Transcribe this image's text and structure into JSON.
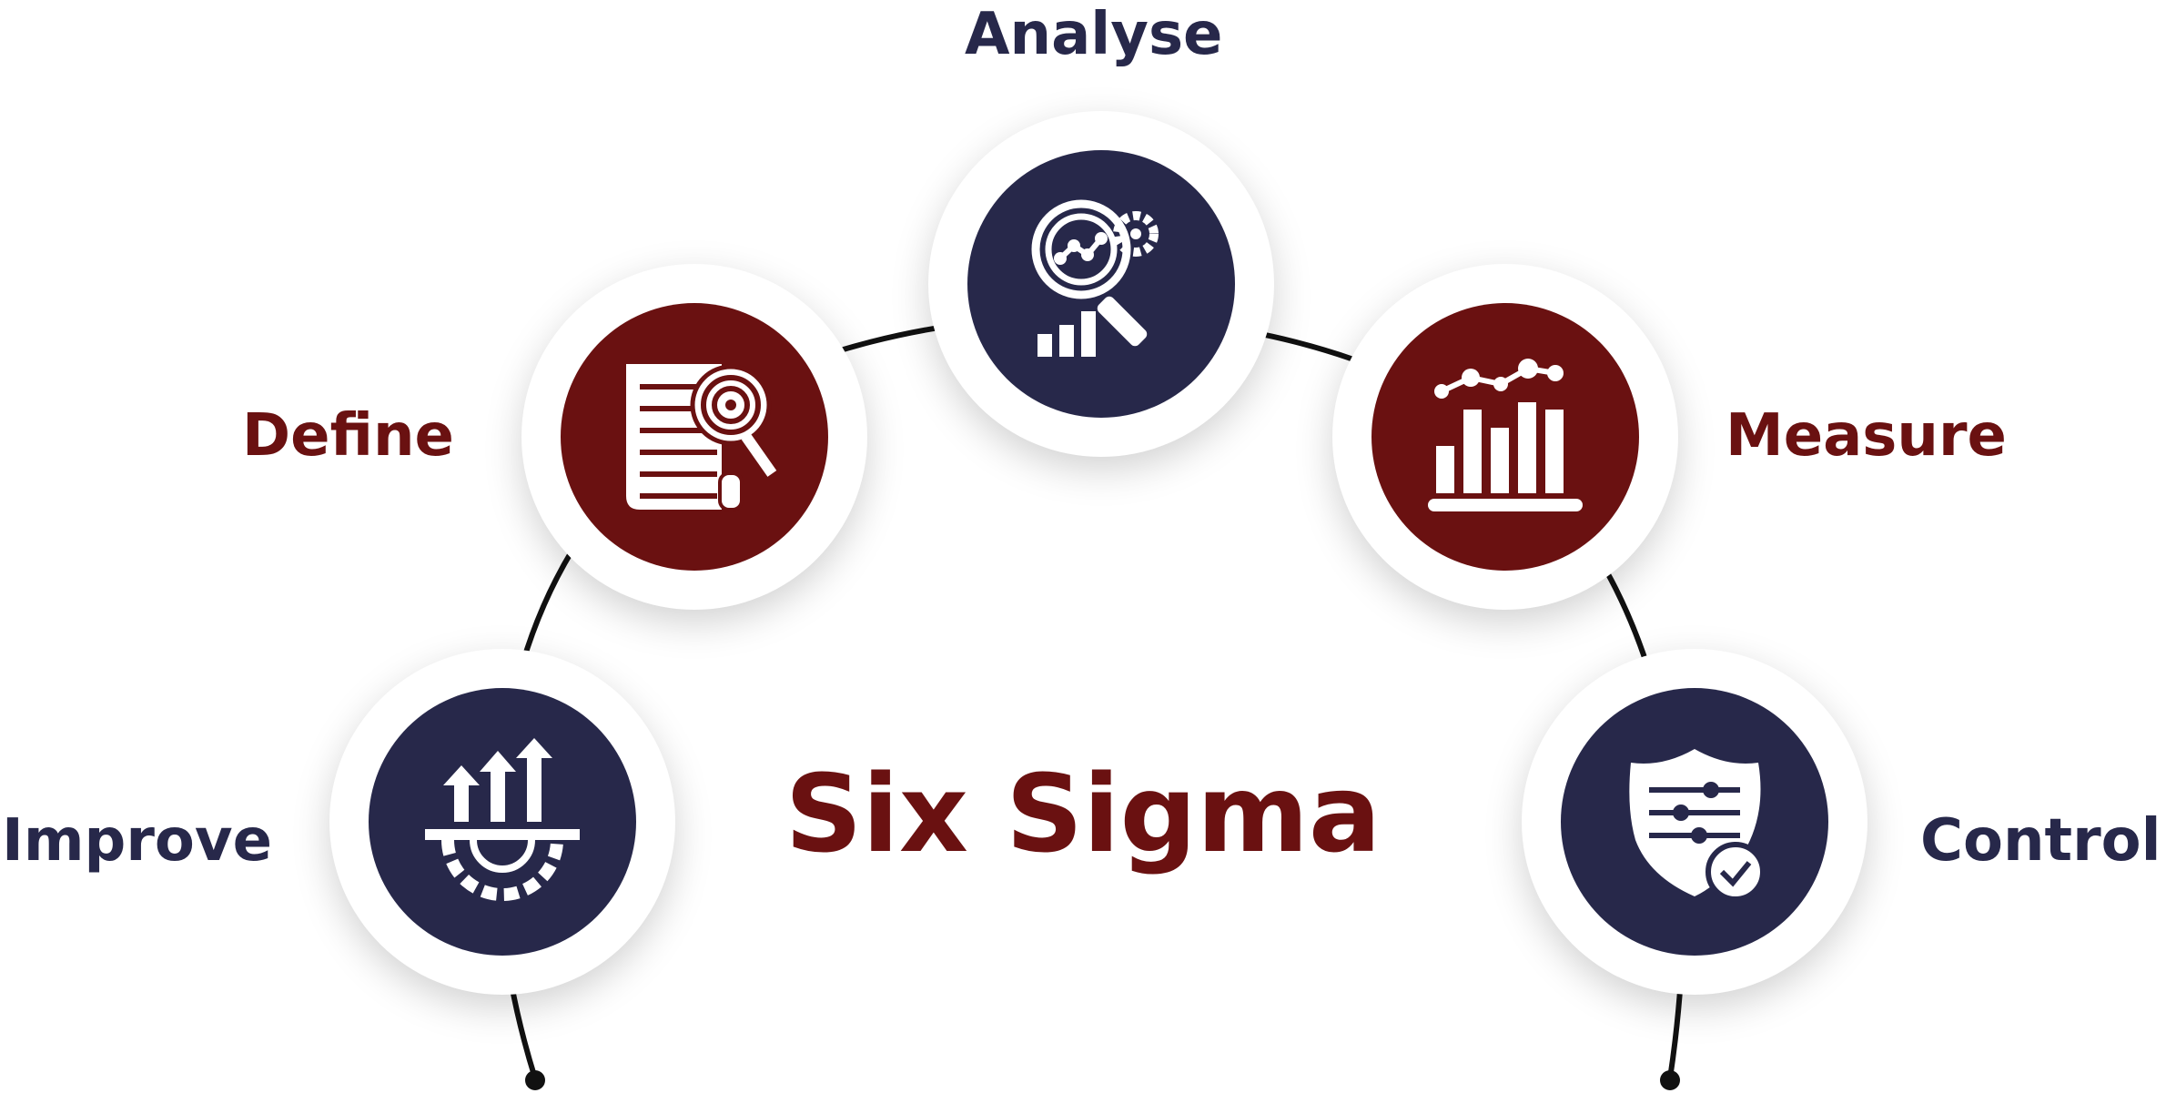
{
  "title": "Six Sigma",
  "colors": {
    "navy": "#27284a",
    "maroon": "#6a1111",
    "line": "#111111"
  },
  "steps": [
    {
      "label": "Define",
      "icon": "document-target-icon"
    },
    {
      "label": "Measure",
      "icon": "bar-chart-trend-icon"
    },
    {
      "label": "Analyse",
      "icon": "magnifier-analytics-icon"
    },
    {
      "label": "Improve",
      "icon": "gear-arrows-up-icon"
    },
    {
      "label": "Control",
      "icon": "shield-sliders-check-icon"
    }
  ]
}
